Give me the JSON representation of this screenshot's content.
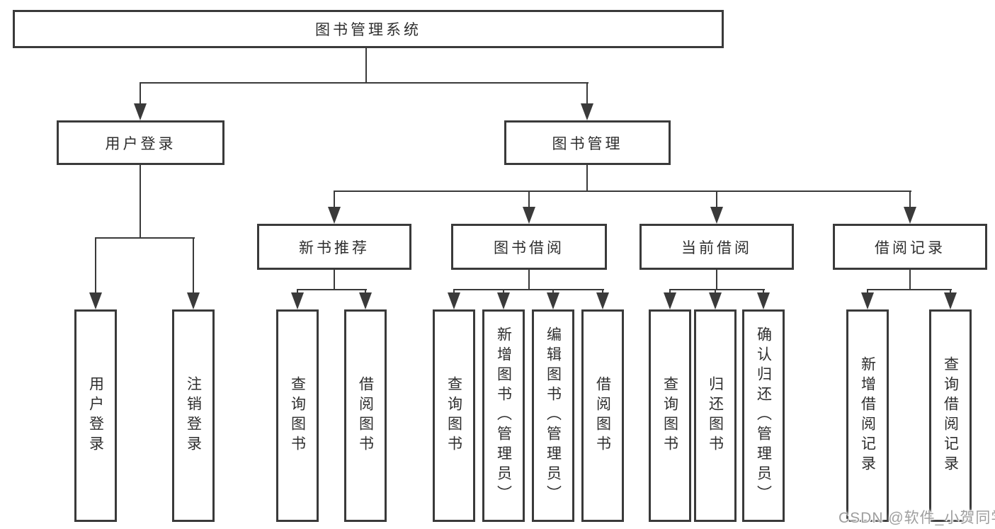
{
  "colors": {
    "line": "#3a3a3a",
    "text": "#2e2e2e",
    "box_background": "#ffffff",
    "page_background": "#ffffff",
    "watermark": "#9e9e9e"
  },
  "watermark": {
    "text": "CSDN @软件_小贺同学"
  },
  "tree": {
    "root": {
      "label": "图书管理系统"
    },
    "branches": [
      {
        "label": "用户登录",
        "children": [
          {
            "label": "用户登录"
          },
          {
            "label": "注销登录"
          }
        ]
      },
      {
        "label": "图书管理",
        "children": [
          {
            "label": "新书推荐",
            "children": [
              {
                "label": "查询图书"
              },
              {
                "label": "借阅图书"
              }
            ]
          },
          {
            "label": "图书借阅",
            "children": [
              {
                "label": "查询图书"
              },
              {
                "label": "新增图书（管理员）"
              },
              {
                "label": "编辑图书（管理员）"
              },
              {
                "label": "借阅图书"
              }
            ]
          },
          {
            "label": "当前借阅",
            "children": [
              {
                "label": "查询图书"
              },
              {
                "label": "归还图书"
              },
              {
                "label": "确认归还（管理员）"
              }
            ]
          },
          {
            "label": "借阅记录",
            "children": [
              {
                "label": "新增借阅记录"
              },
              {
                "label": "查询借阅记录"
              }
            ]
          }
        ]
      }
    ]
  }
}
